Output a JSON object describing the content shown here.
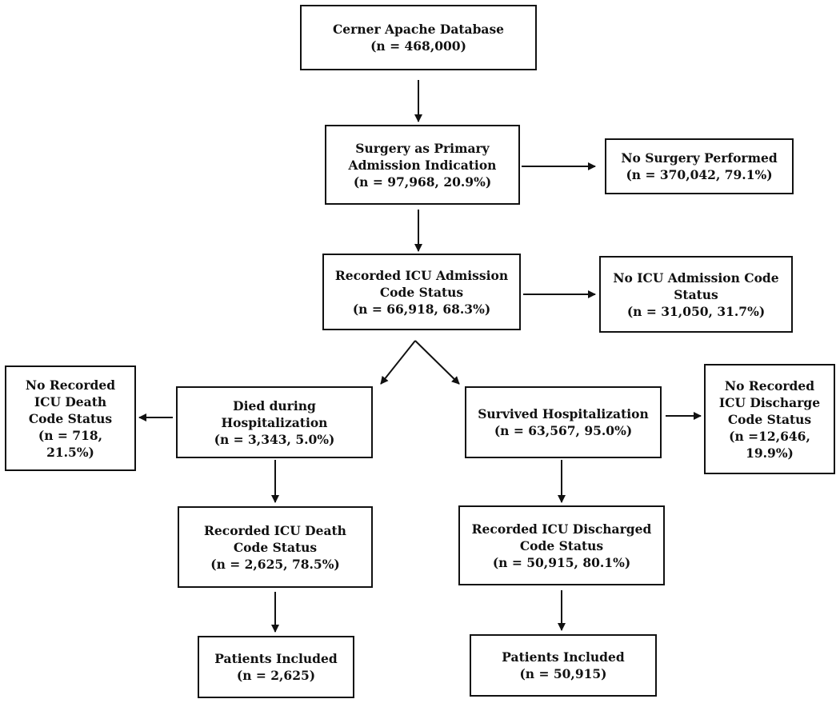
{
  "nodes": {
    "cerner": {
      "lines": [
        "Cerner Apache Database",
        "(n = 468,000)"
      ]
    },
    "surgery": {
      "lines": [
        "Surgery as Primary",
        "Admission Indication",
        "(n = 97,968, 20.9%)"
      ]
    },
    "no_surgery": {
      "lines": [
        "No Surgery Performed",
        "(n = 370,042, 79.1%)"
      ]
    },
    "recorded_icu_admission": {
      "lines": [
        "Recorded ICU Admission",
        "Code Status",
        "(n = 66,918, 68.3%)"
      ]
    },
    "no_icu_admission": {
      "lines": [
        "No ICU Admission Code",
        "Status",
        "(n = 31,050, 31.7%)"
      ]
    },
    "died": {
      "lines": [
        "Died during",
        "Hospitalization",
        "(n = 3,343, 5.0%)"
      ]
    },
    "no_recorded_icu_death": {
      "lines": [
        "No Recorded",
        "ICU Death",
        "Code Status",
        "(n = 718,",
        "21.5%)"
      ]
    },
    "survived": {
      "lines": [
        "Survived Hospitalization",
        "(n = 63,567, 95.0%)"
      ]
    },
    "no_recorded_icu_discharge": {
      "lines": [
        "No Recorded",
        "ICU Discharge",
        "Code Status",
        "(n =12,646,",
        "19.9%)"
      ]
    },
    "recorded_icu_death": {
      "lines": [
        "Recorded ICU Death",
        "Code Status",
        "(n = 2,625, 78.5%)"
      ]
    },
    "recorded_icu_discharged": {
      "lines": [
        "Recorded ICU Discharged",
        "Code Status",
        "(n = 50,915, 80.1%)"
      ]
    },
    "patients_included_died": {
      "lines": [
        "Patients Included",
        "(n = 2,625)"
      ]
    },
    "patients_included_survived": {
      "lines": [
        "Patients Included",
        "(n = 50,915)"
      ]
    }
  }
}
